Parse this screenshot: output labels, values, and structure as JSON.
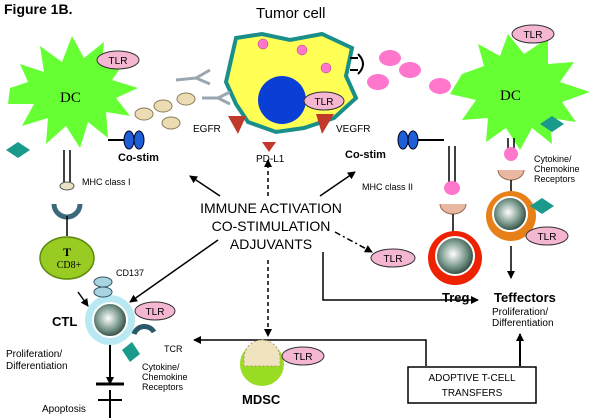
{
  "figure_label": "Figure 1B.",
  "tumor_cell": {
    "title": "Tumor cell",
    "receptor_left": "EGFR",
    "receptor_right": "VEGFR",
    "ligand": "PD-L1",
    "tlr": "TLR"
  },
  "center": {
    "line1": "IMMUNE ACTIVATION",
    "line2": "CO-STIMULATION",
    "line3": "ADJUVANTS"
  },
  "dc_left": {
    "label": "DC",
    "tlr": "TLR",
    "costim": "Co-stim",
    "mhc": "MHC class I"
  },
  "dc_right": {
    "label": "DC",
    "tlr": "TLR",
    "costim": "Co-stim",
    "mhc": "MHC class II",
    "cytokine": [
      "Cytokine/",
      "Chemokine",
      "Receptors"
    ]
  },
  "t_cell": {
    "t": "T",
    "cd8": "CD8+"
  },
  "ctl": {
    "label": "CTL",
    "cd137": "CD137",
    "tlr": "TLR",
    "tcr": "TCR",
    "prolif": [
      "Proliferation/",
      "Differentiation"
    ],
    "cytokine": [
      "Cytokine/",
      "Chemokine",
      "Receptors"
    ],
    "apoptosis": "Apoptosis"
  },
  "treg": {
    "label": "Treg",
    "tlr": "TLR"
  },
  "teffectors": {
    "label": "Teffectors",
    "tlr": "TLR",
    "prolif": [
      "Proliferation/",
      "Differentiation"
    ]
  },
  "mdsc": {
    "label": "MDSC",
    "tlr": "TLR"
  },
  "adoptive": [
    "ADOPTIVE T-CELL",
    "TRANSFERS"
  ],
  "colors": {
    "dc_green": "#66ff33",
    "tlr_pink": "#f4b6d0",
    "tumor_yellow": "#ffff55",
    "nucleus_blue": "#0a3fd6",
    "triangle_red": "#c0392b",
    "ligand_pink": "#ff77cc",
    "teal": "#1a9a8a",
    "tcell_green": "#99cc22",
    "treg_red": "#ee2200",
    "ctl_blue": "#b8e8f2",
    "mdsc_green": "#99dd22"
  }
}
